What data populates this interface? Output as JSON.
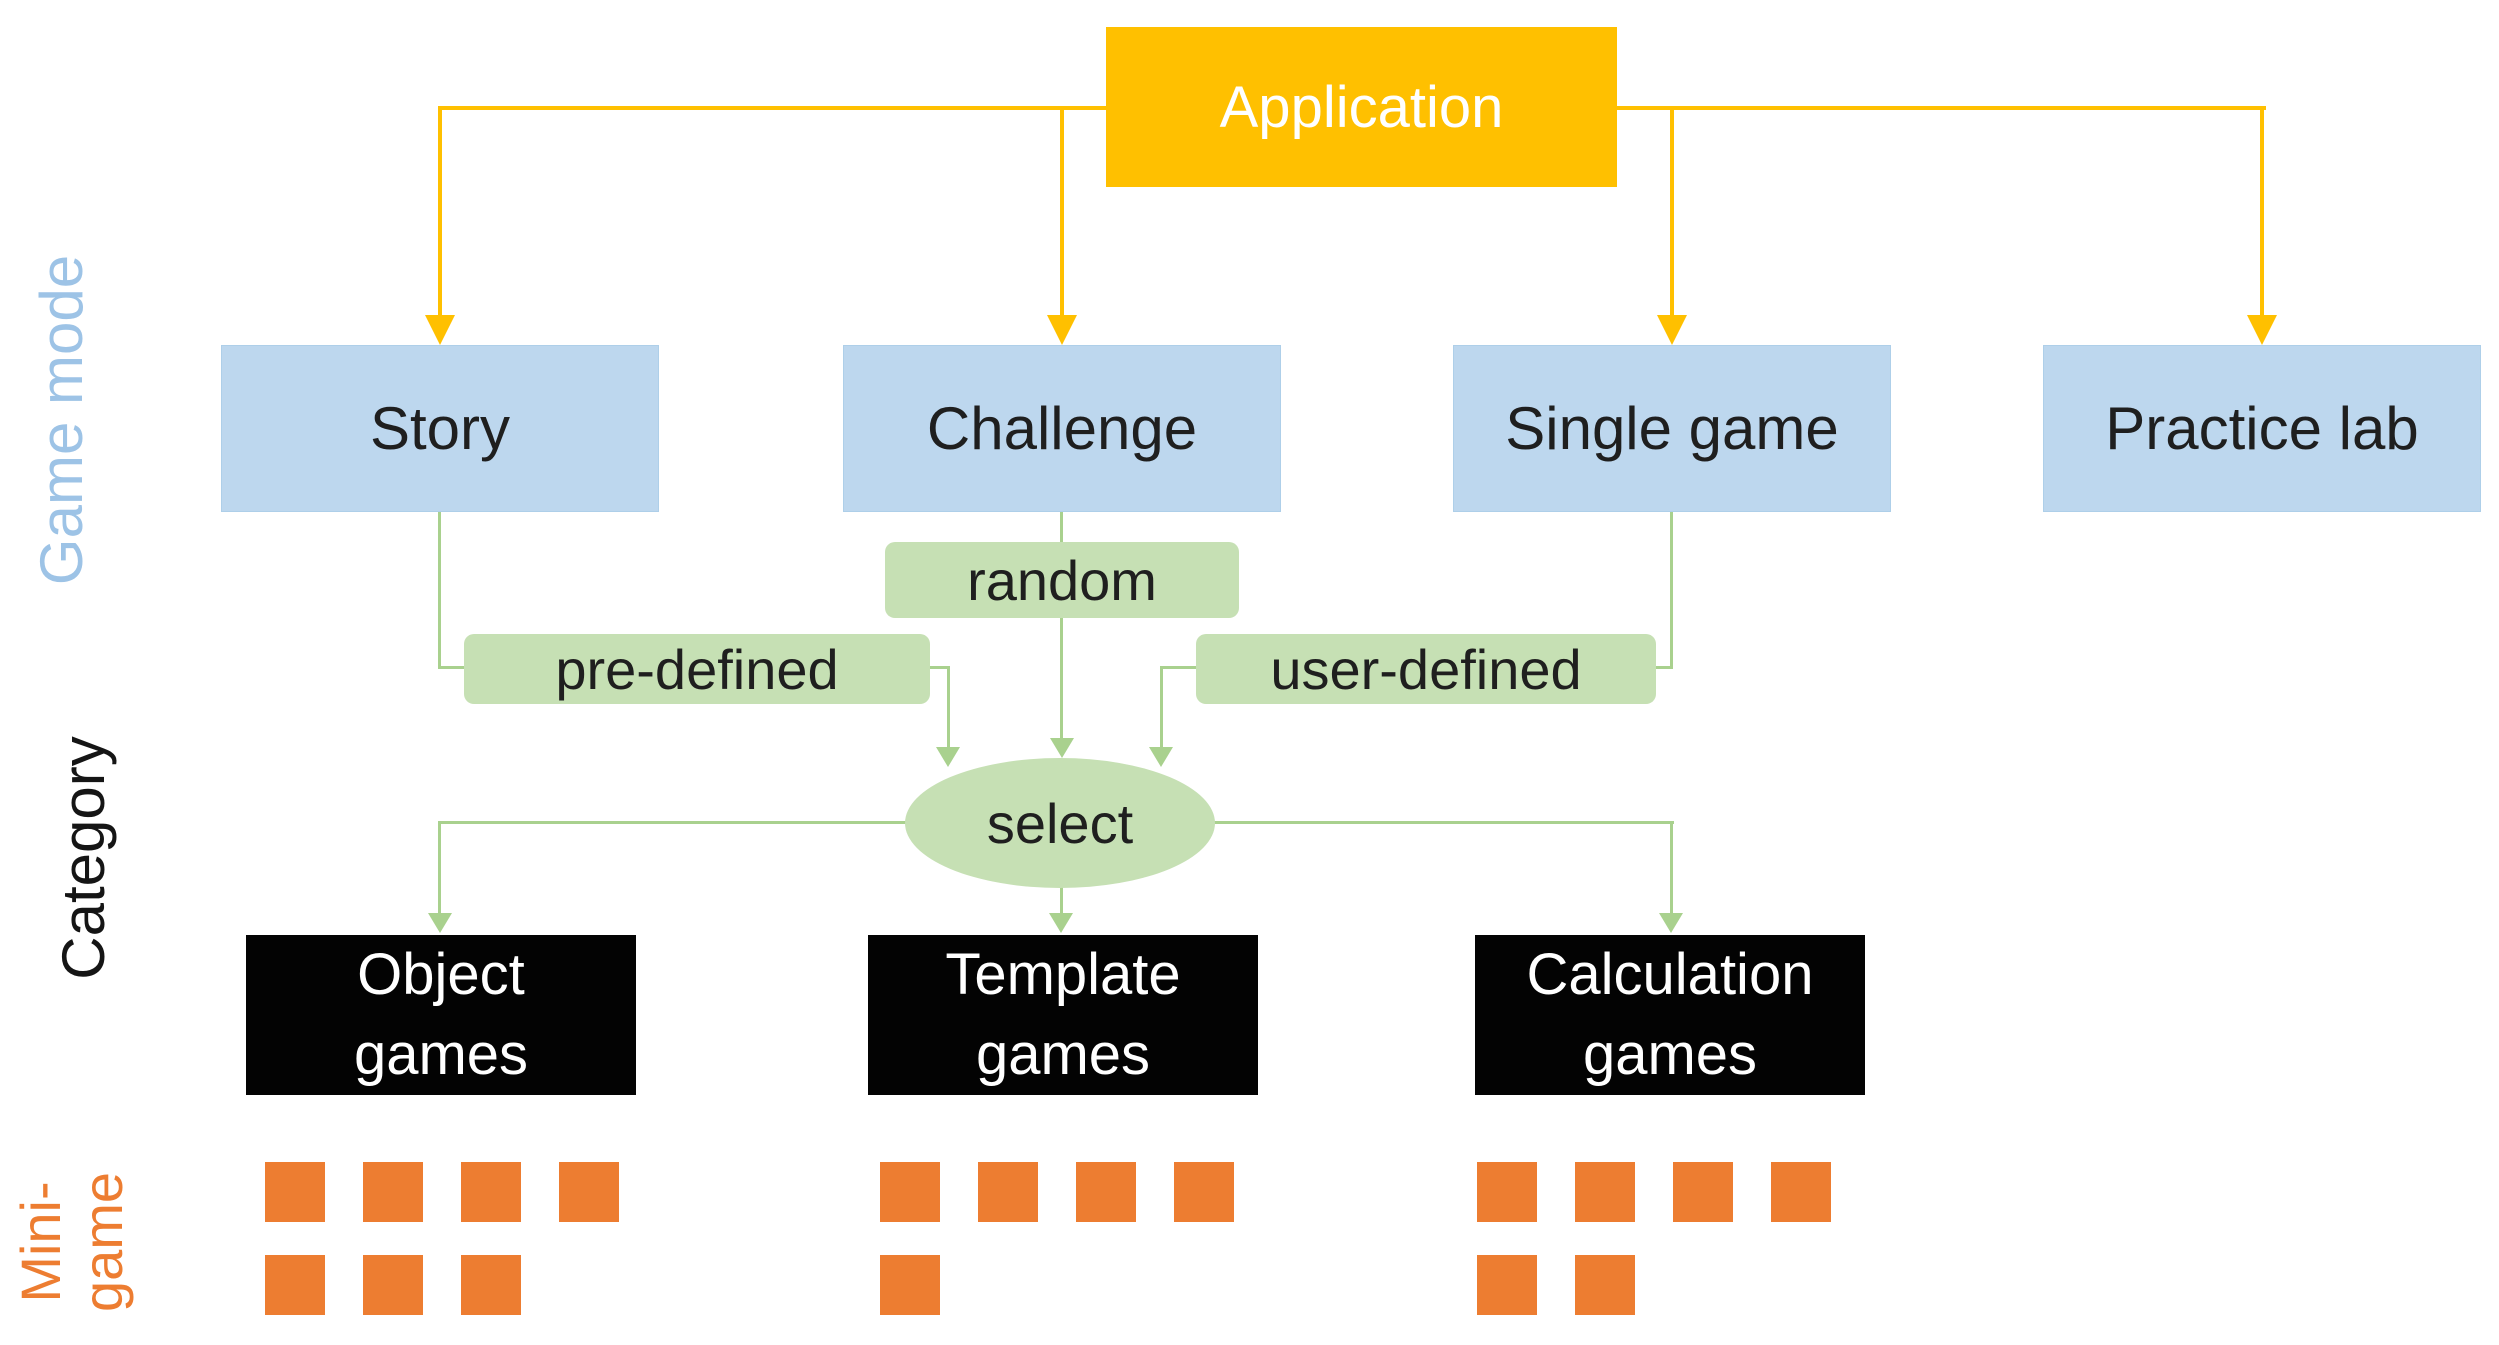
{
  "application": {
    "label": "Application"
  },
  "game_mode_row": {
    "section_label": "Game mode",
    "items": [
      "Story",
      "Challenge",
      "Single game",
      "Practice lab"
    ]
  },
  "selection": {
    "random": "random",
    "pre_defined": "pre-defined",
    "user_defined": "user-defined",
    "select": "select"
  },
  "category_row": {
    "section_label": "Category",
    "items": [
      {
        "line1": "Object",
        "line2": "games"
      },
      {
        "line1": "Template",
        "line2": "games"
      },
      {
        "line1": "Calculation",
        "line2": "games"
      }
    ]
  },
  "mini_game_row": {
    "section_label_line1": "Mini-",
    "section_label_line2": "game",
    "counts": {
      "object_games": [
        4,
        3
      ],
      "template_games": [
        4,
        1
      ],
      "calculation_games": [
        4,
        2
      ]
    }
  },
  "colors": {
    "application_fill": "#FFC000",
    "connector_yellow": "#FFC000",
    "game_mode_fill": "#BDD7EE",
    "game_mode_label_text": "#9DC3E6",
    "selection_fill": "#C6E0B4",
    "connector_green": "#A9D18E",
    "category_fill": "#030303",
    "category_text": "#FFFFFF",
    "mini_game_square": "#ED7D31",
    "mini_game_label_text": "#ED7D31"
  }
}
